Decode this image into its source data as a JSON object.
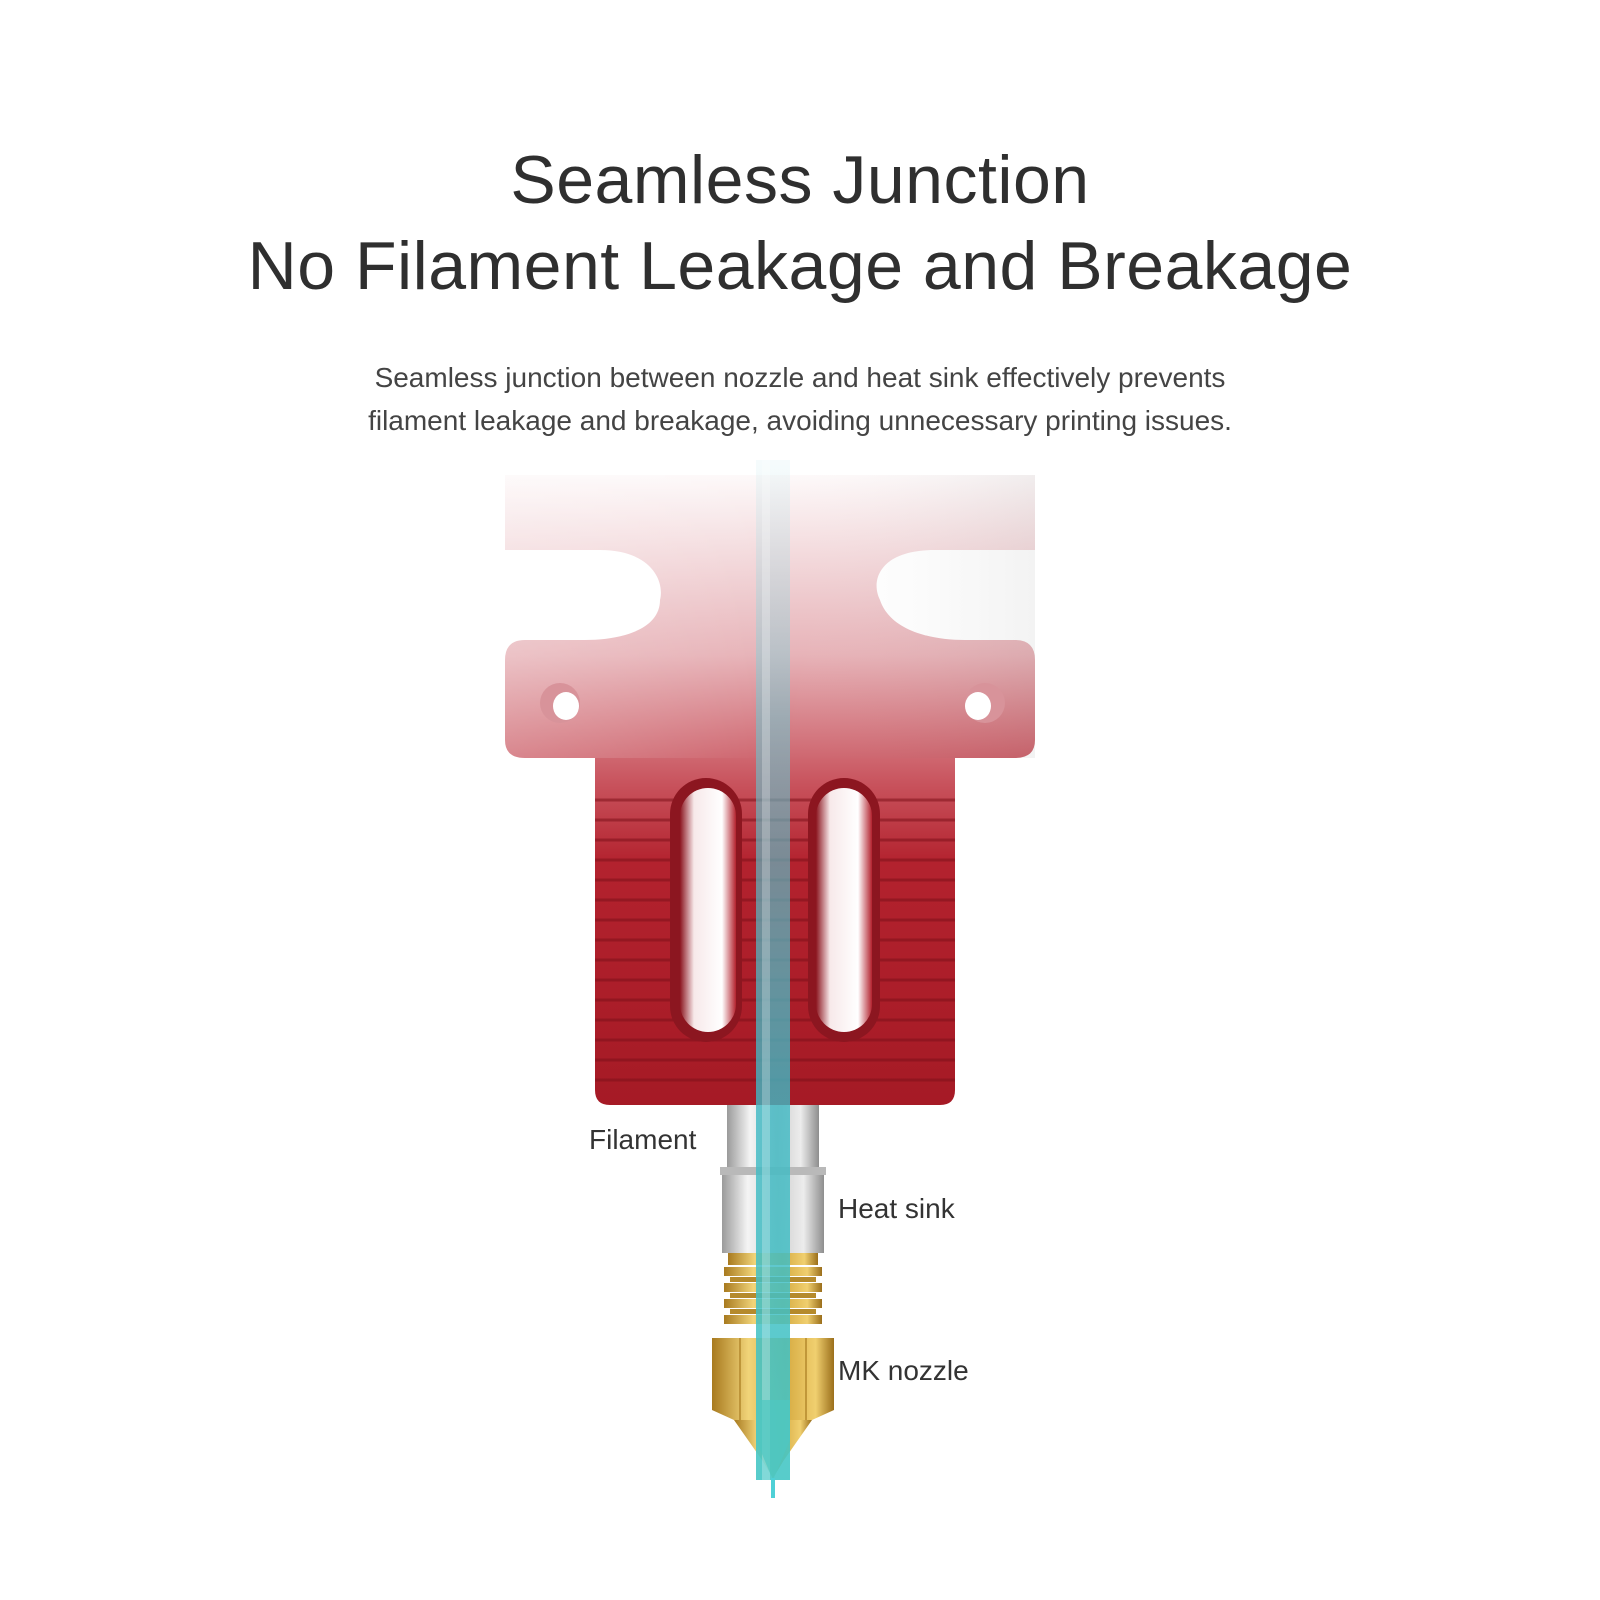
{
  "heading": {
    "line1": "Seamless Junction",
    "line2": "No Filament Leakage and Breakage"
  },
  "description": {
    "line1": "Seamless junction between nozzle and heat sink effectively prevents",
    "line2": "filament leakage and breakage, avoiding unnecessary printing issues."
  },
  "callouts": {
    "filament": "Filament",
    "heat_sink": "Heat sink",
    "nozzle": "MK nozzle"
  },
  "colors": {
    "heatsink_red": "#b01e2a",
    "filament_teal": "#3fb8c4",
    "nozzle_brass": "#d4a93c",
    "throat_steel": "#c9c9c9"
  }
}
